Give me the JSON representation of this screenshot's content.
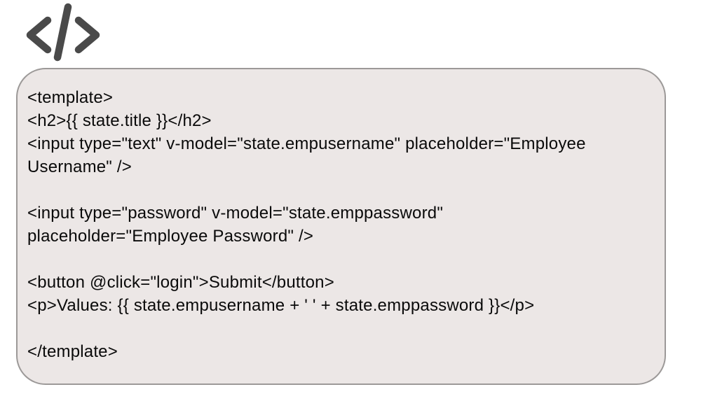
{
  "icon": {
    "name": "code-icon",
    "color": "#4a4a4a"
  },
  "card": {
    "background_color": "#ece7e6",
    "border_color": "#9c9998",
    "text_color": "#0a0a0a"
  },
  "code": {
    "language": "vue-template",
    "lines": [
      "<template>",
      "<h2>{{ state.title }}</h2>",
      "<input type=\"text\" v-model=\"state.empusername\" placeholder=\"Employee",
      "Username\" />",
      "",
      "<input type=\"password\" v-model=\"state.emppassword\"",
      "placeholder=\"Employee Password\" />",
      "",
      "<button @click=\"login\">Submit</button>",
      "<p>Values: {{ state.empusername + ' ' + state.emppassword }}</p>",
      "",
      "</template>"
    ]
  }
}
